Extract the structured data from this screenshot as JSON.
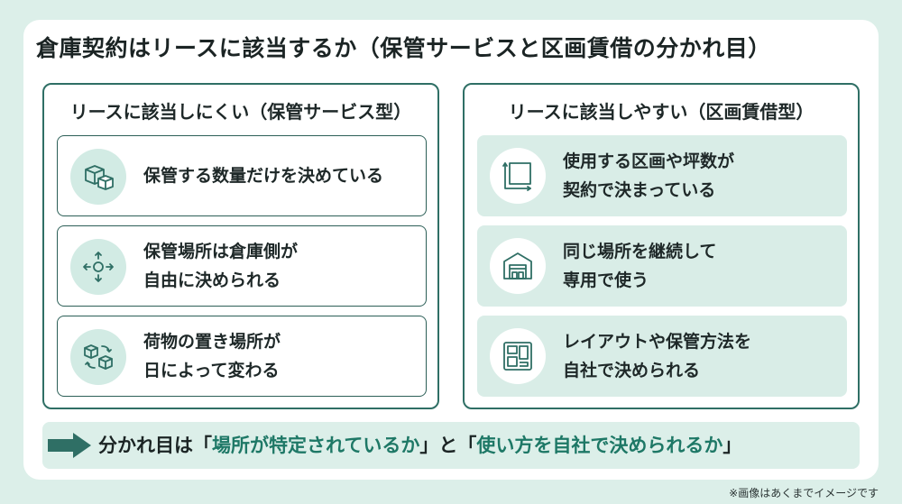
{
  "title": "倉庫契約はリースに該当するか（保管サービスと区画賃借の分かれ目）",
  "left_panel": {
    "title": "リースに該当しにくい（保管サービス型）",
    "items": [
      {
        "icon": "boxes-icon",
        "lines": [
          "保管する数量だけを決めている"
        ]
      },
      {
        "icon": "move-arrows-icon",
        "lines": [
          "保管場所は倉庫側が",
          "自由に決められる"
        ]
      },
      {
        "icon": "boxes-rotate-icon",
        "lines": [
          "荷物の置き場所が",
          "日によって変わる"
        ]
      }
    ]
  },
  "right_panel": {
    "title": "リースに該当しやすい（区画賃借型）",
    "items": [
      {
        "icon": "area-dimension-icon",
        "lines": [
          "使用する区画や坪数が",
          "契約で決まっている"
        ]
      },
      {
        "icon": "warehouse-icon",
        "lines": [
          "同じ場所を継続して",
          "専用で使う"
        ]
      },
      {
        "icon": "layout-icon",
        "lines": [
          "レイアウトや保管方法を",
          "自社で決められる"
        ]
      }
    ]
  },
  "bottom": {
    "prefix": "分かれ目は「",
    "highlight1": "場所が特定されているか",
    "middle": "」と「",
    "highlight2": "使い方を自社で決められるか",
    "suffix": "」"
  },
  "footnote": "※画像はあくまでイメージです",
  "colors": {
    "accent": "#2f6f65",
    "highlight": "#1e7866",
    "tint": "#d9ede7",
    "background": "#dcefe9"
  }
}
